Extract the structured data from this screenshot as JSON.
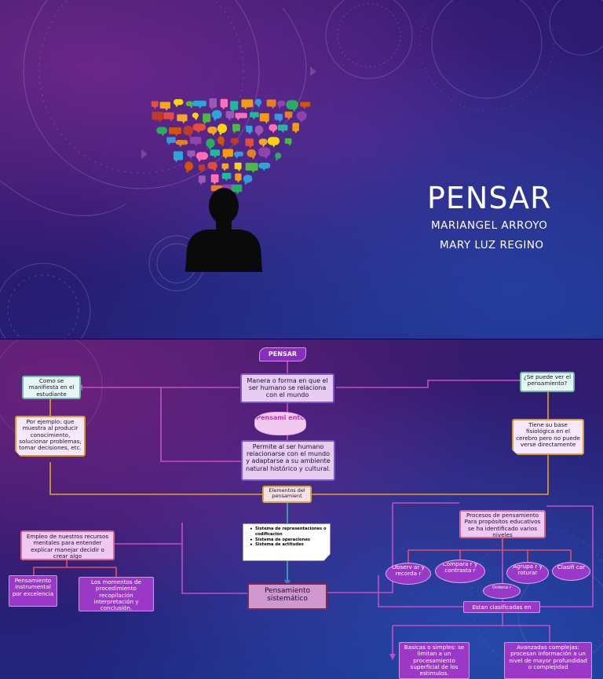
{
  "slide1": {
    "title": "PENSAR",
    "authors": [
      "MARIANGEL ARROYO",
      "MARY LUZ REGINO"
    ],
    "illustration": "person-silhouette-with-speech-bubbles",
    "colors": {
      "accent": "#ffffff"
    }
  },
  "slide2": {
    "header": "PENSAR",
    "center_definition": "Manera o forma en que el ser humano se relaciona con el mundo",
    "thought_cloud": "Pensami ento",
    "purpose": "Permite al ser humano relacionarse con el mundo y adaptarse a su ambiente natural histórico y cultural.",
    "elements_label": "Elementos del pensamient",
    "elements_list": [
      "Sistema de representaciones o codificación",
      "Sistema de operaciones",
      "Sistema de actitudes"
    ],
    "systematic": "Pensamiento sistemático",
    "left": {
      "question": "Como se manifiesta en el estudiante",
      "answer": "Por ejemplo: que muestra al producir conocimiento, solucionar problemas, tomar decisiones, etc.",
      "usage": "Empleo de nuestros recursos mentales para entender explicar manejar decidir o crear algo",
      "instrumental": "Pensamiento instrumental por excelencia",
      "moments": "Los momentos de procedimiento recopilación interpretación y conclusión."
    },
    "right": {
      "question": "¿Se puede ver el pensamiento?",
      "answer": "Tiene su base fisiológica en el cerebro pero no puede verse directamente",
      "processes": "Procesos de pensamiento Para propósitos educativos se ha identificado varios niveles",
      "ovals": [
        "Observ ar y recorda r",
        "Compara r y contrasta r",
        "Agrupa r y roturar",
        "Clasifi car",
        "Ordena r"
      ],
      "classified": "Estan clasificadas en",
      "basic": "Basicas o simples: se limitan a un procesamiento superficial de los estimulos.",
      "advanced": "Avanzadas complejas: procesan información a un nivel de mayor profundidad o complejidad"
    }
  }
}
